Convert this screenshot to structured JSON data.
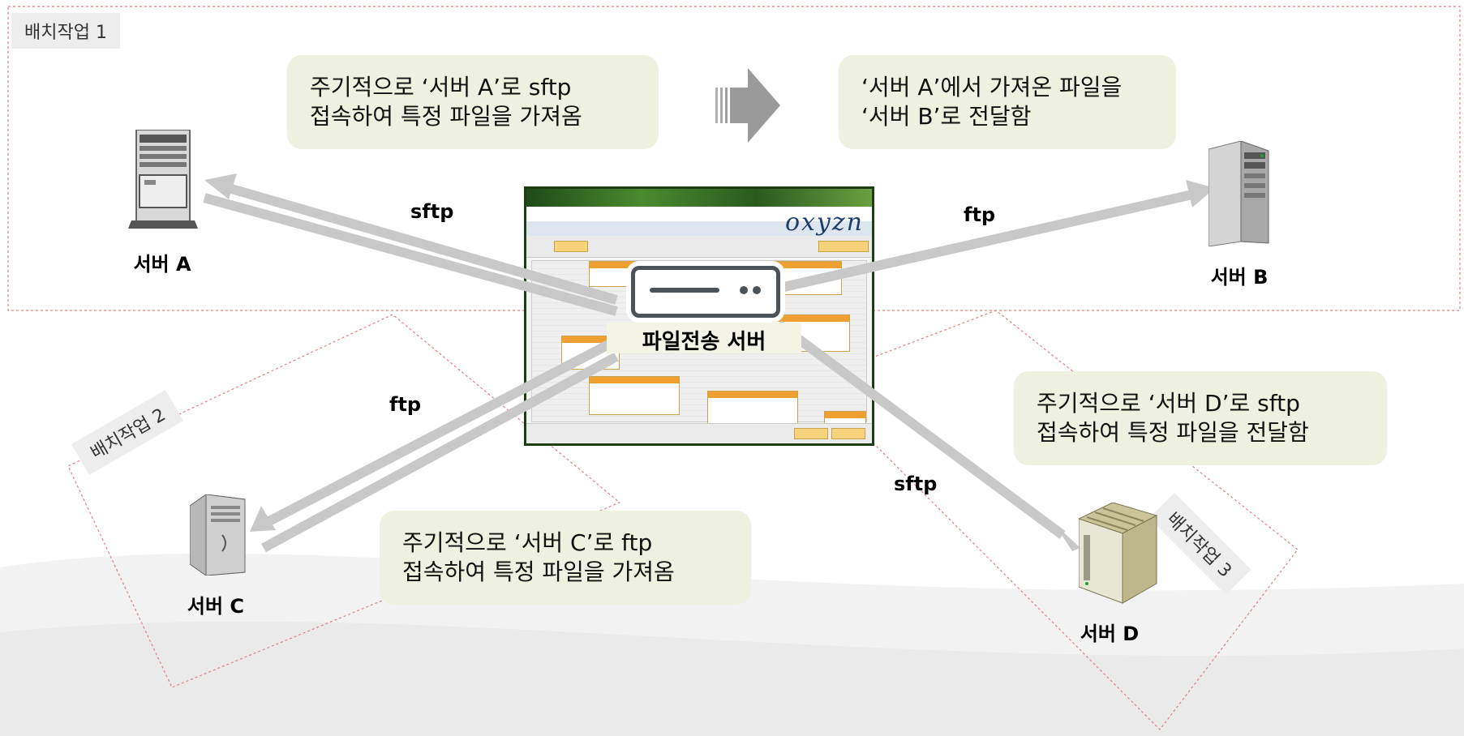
{
  "groups": {
    "g1": "배치작업 1",
    "g2": "배치작업 2",
    "g3": "배치작업 3"
  },
  "notes": {
    "a": [
      "주기적으로 ‘서버 A’로 sftp",
      "접속하여 특정 파일을 가져옴"
    ],
    "b": [
      "‘서버 A’에서 가져온 파일을",
      "‘서버 B’로 전달함"
    ],
    "c": [
      "주기적으로 ‘서버 C’로 ftp",
      "접속하여 특정 파일을 가져옴"
    ],
    "d": [
      "주기적으로 ‘서버 D’로 sftp",
      "접속하여 특정 파일을 전달함"
    ]
  },
  "servers": {
    "a": "서버 A",
    "b": "서버 B",
    "c": "서버 C",
    "d": "서버 D",
    "center": "파일전송 서버"
  },
  "protocols": {
    "a": "sftp",
    "b": "ftp",
    "c": "ftp",
    "d": "sftp"
  },
  "app": {
    "logo": "oxyzn"
  },
  "icons": {
    "flow_arrow": "chevron-right-arrow-icon",
    "server": "server-tower-icon",
    "file_server": "rack-server-icon"
  },
  "colors": {
    "note_bg": "#eef0e0",
    "arrow": "#c8c8c8",
    "boundary": "#e08080",
    "group_tag_bg": "#ededed"
  }
}
